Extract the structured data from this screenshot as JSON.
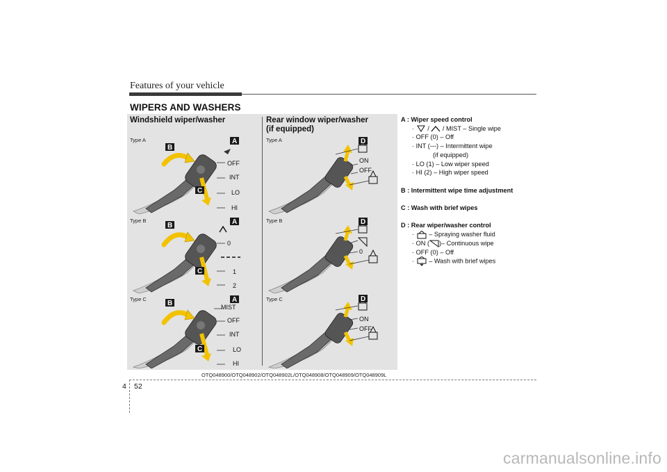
{
  "header": {
    "title": "Features of your vehicle"
  },
  "section_title": "WIPERS AND WASHERS",
  "windshield": {
    "title": "Windshield wiper/washer",
    "types": [
      {
        "label": "Type A",
        "positions": [
          "OFF",
          "INT",
          "LO",
          "HI"
        ]
      },
      {
        "label": "Type B",
        "positions": [
          "0",
          "1",
          "2"
        ]
      },
      {
        "label": "Type C",
        "positions": [
          "MIST",
          "OFF",
          "INT",
          "LO",
          "HI"
        ]
      }
    ]
  },
  "rear": {
    "title_line1": "Rear window wiper/washer",
    "title_line2": "(if equipped)",
    "types": [
      {
        "label": "Type A",
        "positions": [
          "ON",
          "OFF"
        ]
      },
      {
        "label": "Type B",
        "positions": [
          "0"
        ]
      },
      {
        "label": "Type C",
        "positions": [
          "ON",
          "OFF"
        ]
      }
    ]
  },
  "badges": {
    "a": "A",
    "b": "B",
    "c": "C",
    "d": "D"
  },
  "caption": "OTQ048900/OTQ048902/OTQ048902L/OTQ048908/OTQ048909/OTQ048909L",
  "description": {
    "a_head": "A : Wiper speed control",
    "a_item1_suffix": "/ MIST – Single wipe",
    "a_item1_sep": "/",
    "a_item2": "· OFF (0) – Off",
    "a_item3": "· INT (---) – Intermittent wipe",
    "a_item3_note": "(if equipped)",
    "a_item4": "· LO (1) – Low wiper speed",
    "a_item5": "· HI (2) – High wiper speed",
    "b_head": "B : Intermittent wipe time adjustment",
    "c_head": "C : Wash with brief wipes",
    "d_head": "D : Rear wiper/washer control",
    "d_item1": "– Spraying washer fluid",
    "d_item2_prefix": "· ON (",
    "d_item2_suffix": ")– Continuous wipe",
    "d_item3": "· OFF (0) – Off",
    "d_item4": "– Wash with brief wipes",
    "bullet": "·"
  },
  "footer": {
    "chapter": "4",
    "page": "52"
  },
  "watermark": "carmanualsonline.info",
  "colors": {
    "panel": "#e3e3e3",
    "badge": "#1a1a1a",
    "arrow": "#f2c200",
    "stalk": "#555555"
  }
}
